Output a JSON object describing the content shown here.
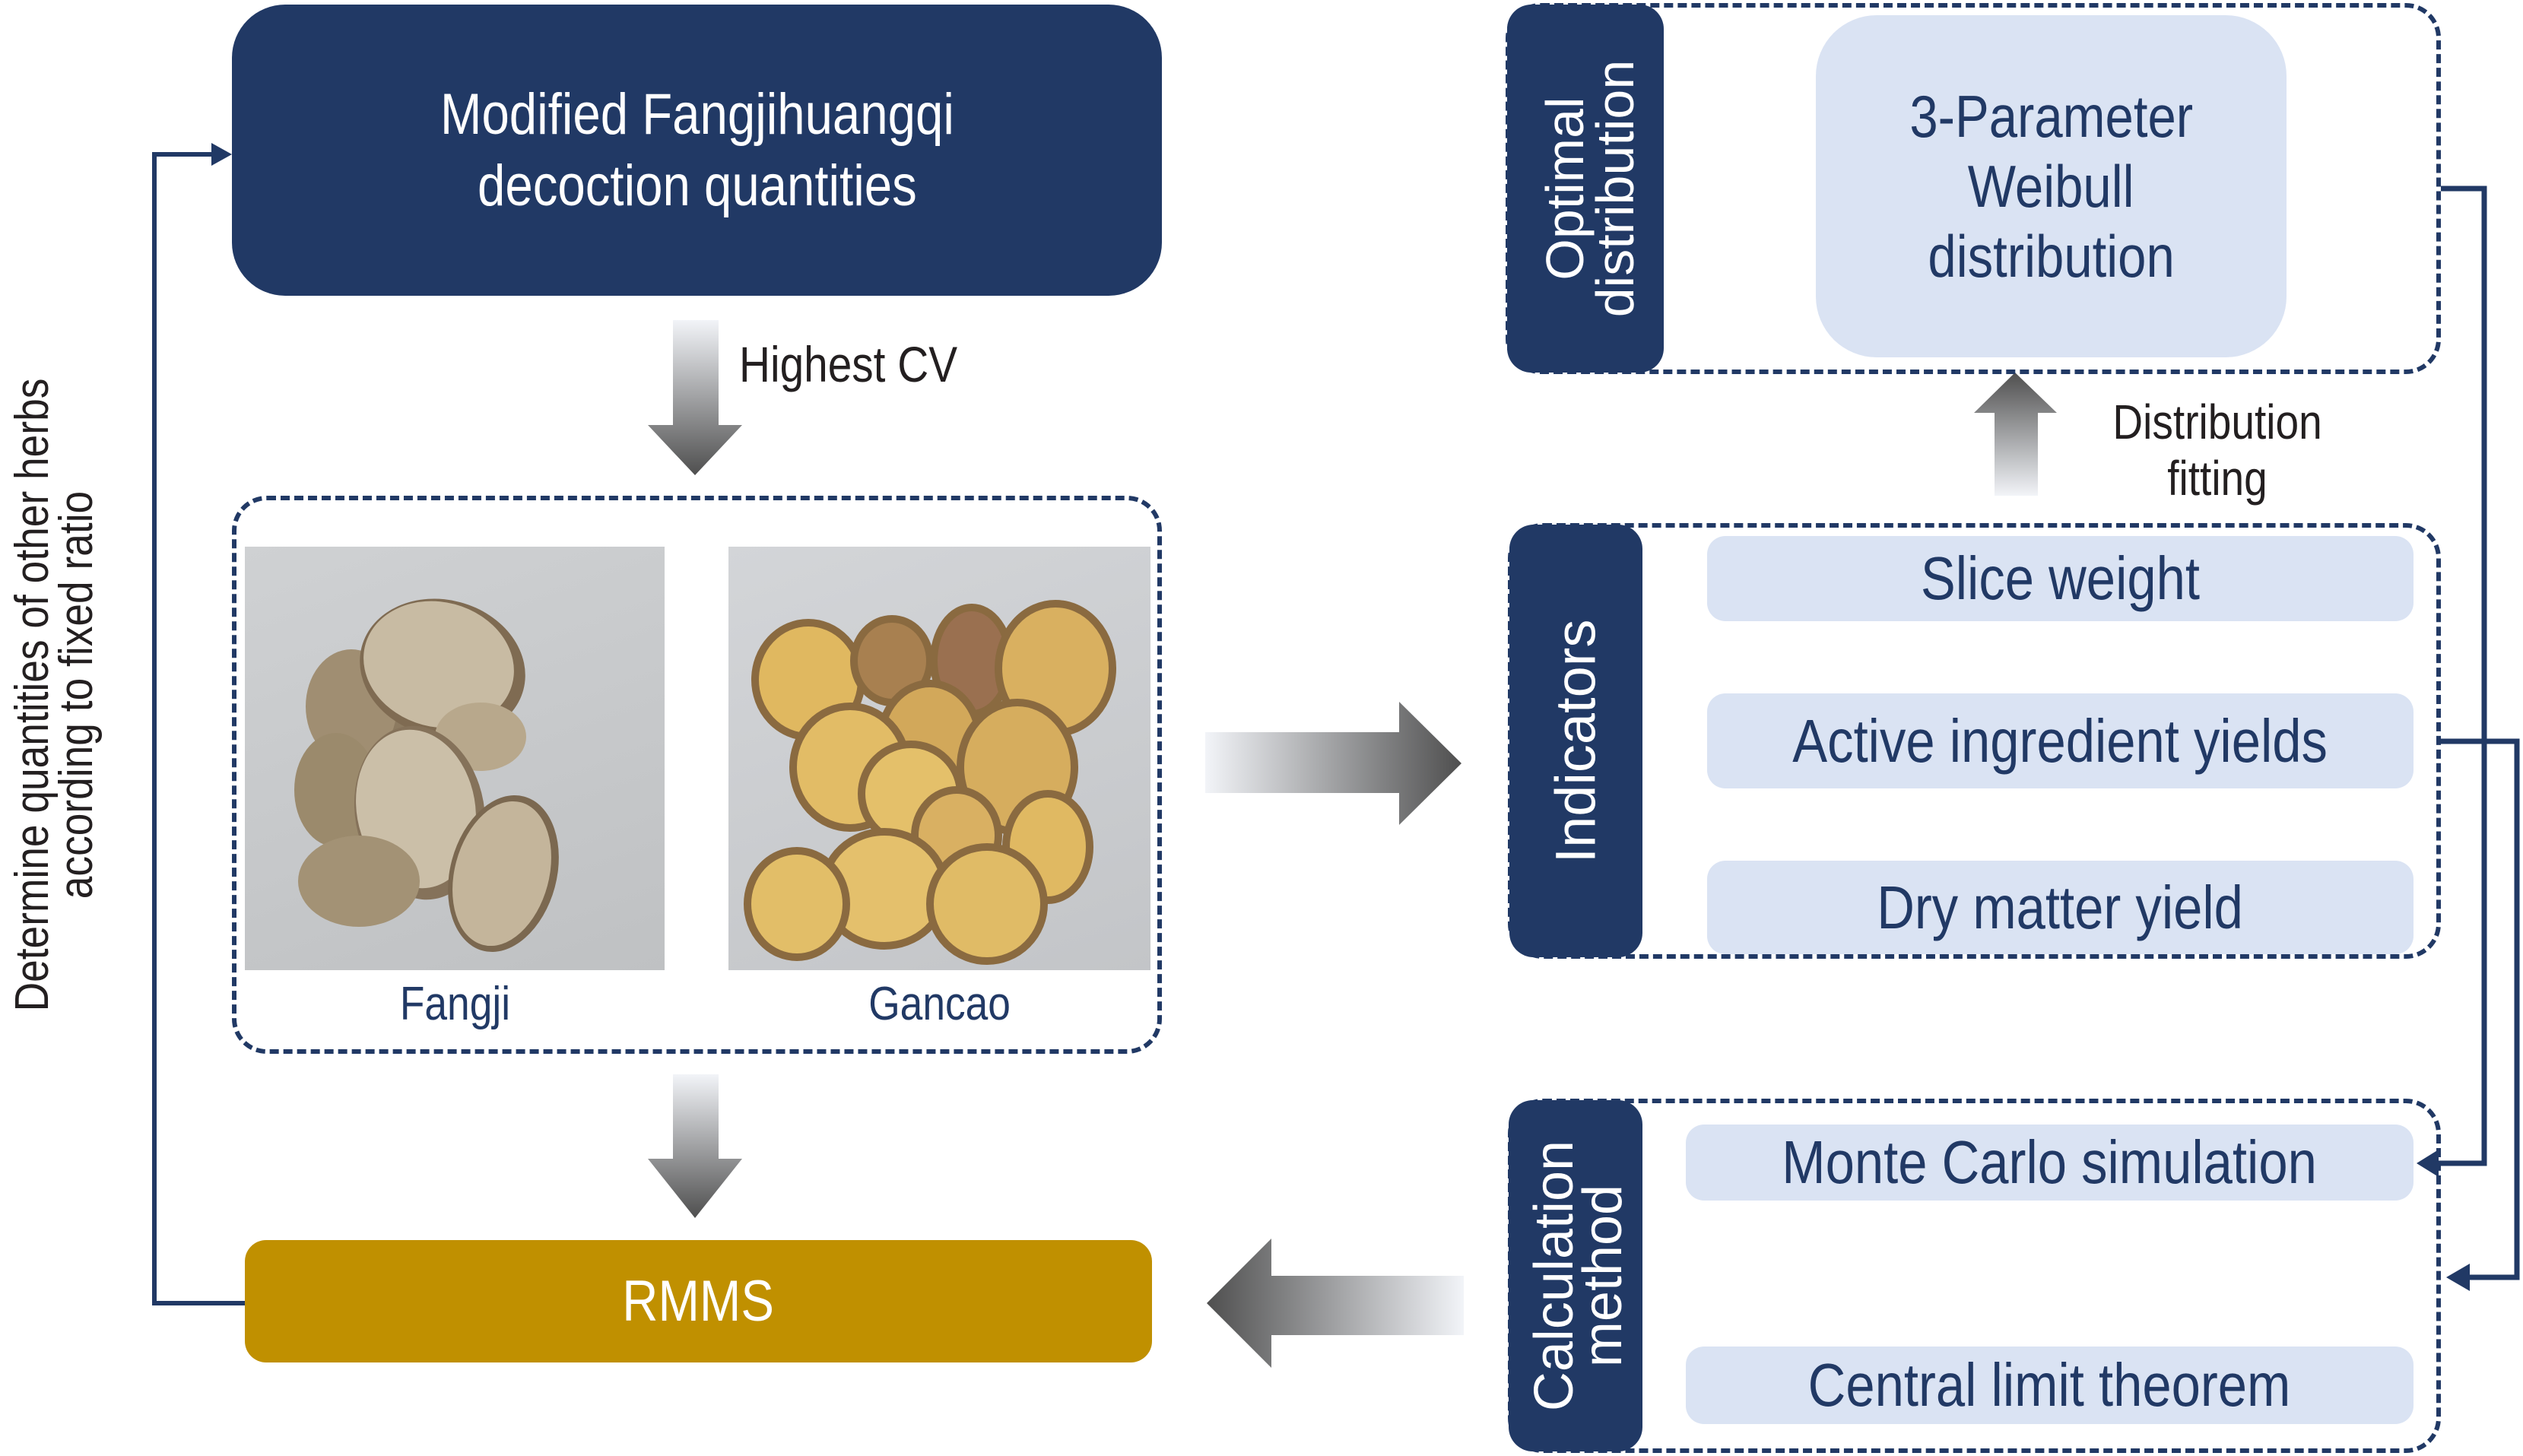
{
  "diagram": {
    "top_box": {
      "line1": "Modified Fangjihuangqi",
      "line2": "decoction quantities"
    },
    "highest_cv_label": "Highest CV",
    "herbs": [
      {
        "name": "Fangji"
      },
      {
        "name": "Gancao"
      }
    ],
    "result_box": "RMMS",
    "feedback_label": {
      "line1": "Determine quantities of other herbs",
      "line2": "according to fixed ratio"
    },
    "optimal_distribution": {
      "tab_line1": "Optimal",
      "tab_line2": "distribution",
      "content": [
        "3-Parameter",
        "Weibull",
        "distribution"
      ]
    },
    "distribution_fitting_label": {
      "line1": "Distribution",
      "line2": "fitting"
    },
    "indicators": {
      "tab": "Indicators",
      "items": [
        "Slice weight",
        "Active ingredient yields",
        "Dry matter yield"
      ]
    },
    "calculation_method": {
      "tab_line1": "Calculation",
      "tab_line2": "method",
      "items": [
        "Monte Carlo simulation",
        "Central limit theorem"
      ]
    },
    "colors": {
      "navy": "#213965",
      "light_blue": "#dae3f3",
      "gold": "#c09000",
      "arrow_gray": "#5f5f5f"
    }
  }
}
